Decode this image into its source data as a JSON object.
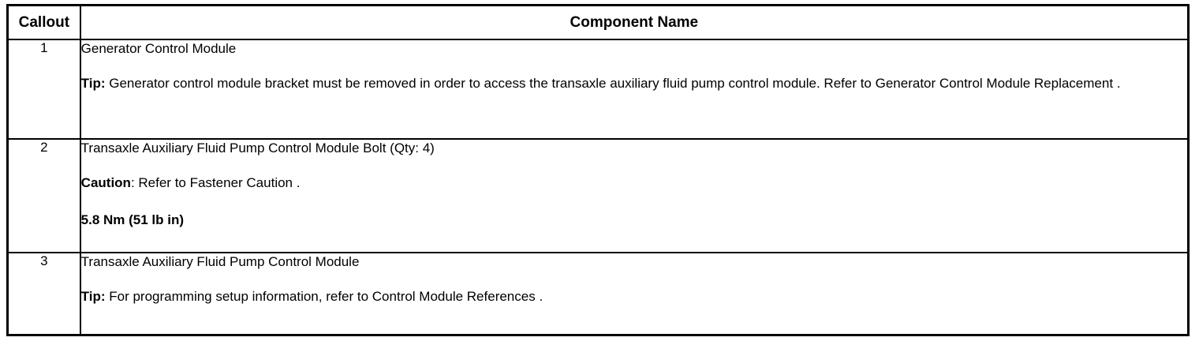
{
  "table": {
    "header": {
      "callout": "Callout",
      "component_name": "Component Name"
    },
    "rows": [
      {
        "callout": "1",
        "title": "Generator Control Module",
        "note_label": "Tip:",
        "note_text": " Generator control module bracket must be removed in order to access the transaxle auxiliary fluid pump control module. Refer to Generator Control Module Replacement ."
      },
      {
        "callout": "2",
        "title": "Transaxle Auxiliary Fluid Pump Control Module Bolt (Qty: 4)",
        "note_label": "Caution",
        "note_text": ": Refer to Fastener Caution .",
        "torque": "5.8 Nm (51 lb in)"
      },
      {
        "callout": "3",
        "title": "Transaxle Auxiliary Fluid Pump Control Module",
        "note_label": "Tip:",
        "note_text": " For programming setup information, refer to Control Module References ."
      }
    ]
  },
  "colors": {
    "border": "#000000",
    "text": "#000000",
    "background": "#ffffff"
  }
}
